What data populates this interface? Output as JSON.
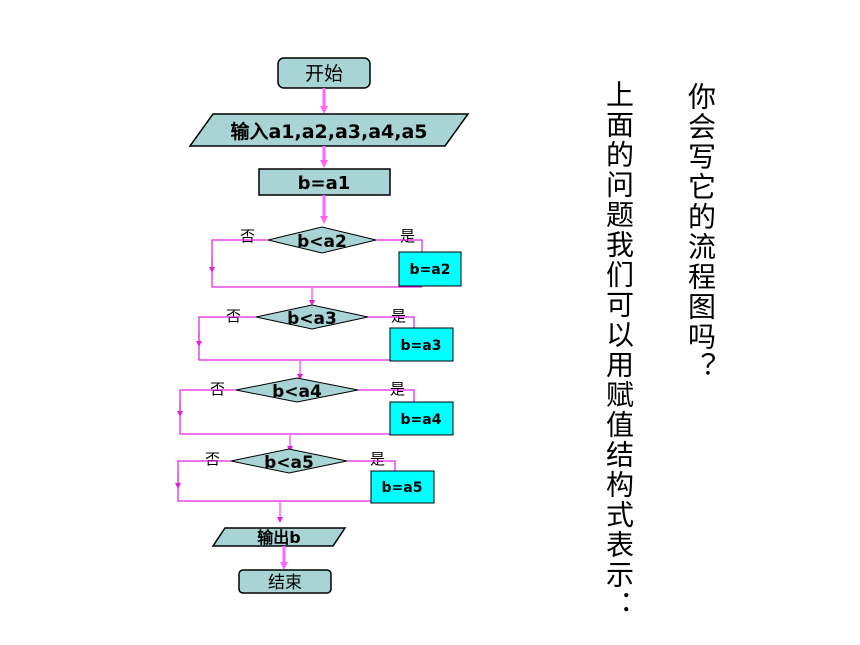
{
  "flowchart": {
    "start": "开始",
    "input": "输入a1,a2,a3,a4,a5",
    "init": "b=a1",
    "decisions": [
      {
        "cond": "b<a2",
        "action": "b=a2",
        "no": "否",
        "yes": "是"
      },
      {
        "cond": "b<a3",
        "action": "b=a3",
        "no": "否",
        "yes": "是"
      },
      {
        "cond": "b<a4",
        "action": "b=a4",
        "no": "否",
        "yes": "是"
      },
      {
        "cond": "b<a5",
        "action": "b=a5",
        "no": "否",
        "yes": "是"
      }
    ],
    "output": "输出b",
    "end": "结束"
  },
  "text": {
    "question": "你会写它的流程图吗？",
    "statement": "上面的问题我们可以用赋值结构式表示："
  },
  "colors": {
    "node_fill": "#a9d4d6",
    "action_fill": "#00ffff",
    "arrow": "#ff66ff",
    "loop_line": "#e020e0"
  }
}
